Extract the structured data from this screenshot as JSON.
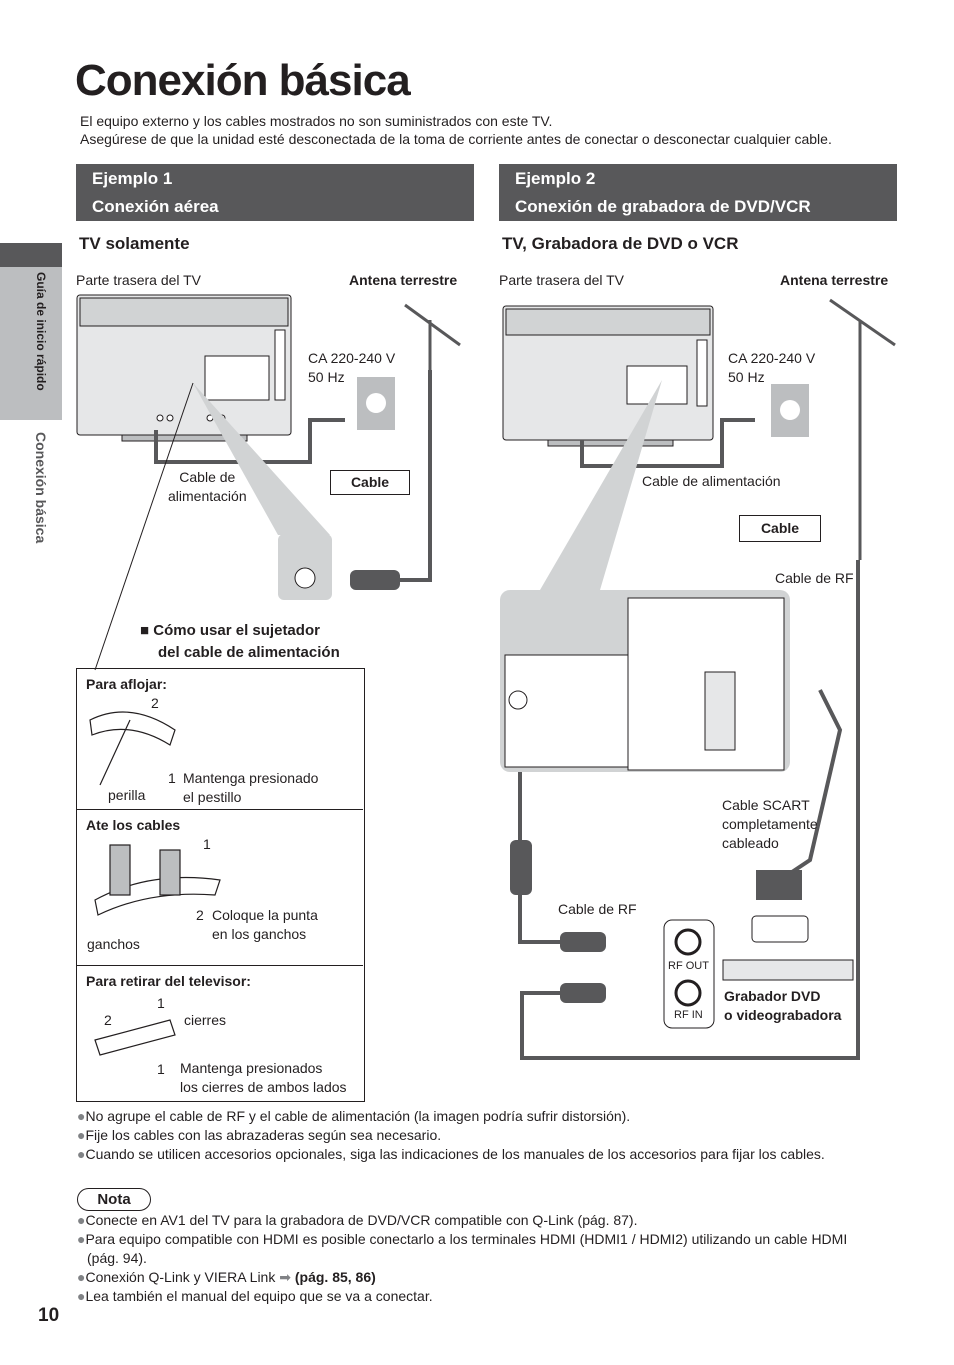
{
  "title": "Conexión básica",
  "intro": [
    "El equipo externo y los cables mostrados no son suministrados con este TV.",
    "Asegúrese de que la unidad esté desconectada de la toma de corriente antes de conectar o desconectar cualquier cable."
  ],
  "sidebar": {
    "top": "Guía de inicio rápido",
    "bottom": "Conexión básica"
  },
  "example1": {
    "line1": "Ejemplo 1",
    "line2": "Conexión aérea",
    "subtitle": "TV solamente",
    "tv_rear": "Parte trasera del TV",
    "antenna": "Antena terrestre",
    "power": "CA 220-240 V",
    "power2": "50  Hz",
    "cable_box": "Cable",
    "power_cable_1": "Cable de",
    "power_cable_2": "alimentación",
    "holder_title_1": "Cómo usar el sujetador",
    "holder_title_2": "del cable de alimentación",
    "loosen": "Para aflojar:",
    "loosen_2": "Mantenga presionado",
    "loosen_2b": "el pestillo",
    "knob": "perilla",
    "tie": "Ate los cables",
    "tie_2": "Coloque la punta",
    "tie_2b": "en los ganchos",
    "hooks": "ganchos",
    "remove": "Para retirar del televisor:",
    "clasps": "cierres",
    "remove_1": "Mantenga presionados",
    "remove_1b": "los cierres de ambos lados",
    "n1": "1",
    "n2": "2"
  },
  "example2": {
    "line1": "Ejemplo 2",
    "line2": "Conexión de grabadora de DVD/VCR",
    "subtitle": "TV, Grabadora de DVD o VCR",
    "tv_rear": "Parte trasera del TV",
    "antenna": "Antena terrestre",
    "power": "CA 220-240 V",
    "power2": "50  Hz",
    "power_cable": "Cable de alimentación",
    "cable_box": "Cable",
    "rf_cable_top": "Cable de RF",
    "scart_1": "Cable SCART",
    "scart_2": "completamente",
    "scart_3": "cableado",
    "rf_cable_bottom": "Cable de RF",
    "rf_out": "RF OUT",
    "rf_in": "RF IN",
    "recorder_1": "Grabador DVD",
    "recorder_2": "o videograbadora"
  },
  "bullets": [
    "No agrupe el cable de RF y el cable de alimentación (la imagen podría sufrir distorsión).",
    "Fije los cables con las abrazaderas según sea necesario.",
    "Cuando se utilicen accesorios opcionales, siga las indicaciones de los manuales de los accesorios para fijar los cables."
  ],
  "nota_label": "Nota",
  "nota": [
    "Conecte en AV1 del TV para la grabadora de DVD/VCR compatible con Q-Link (pág. 87).",
    "Para equipo compatible con HDMI es posible conectarlo a los terminales HDMI (HDMI1 / HDMI2) utilizando un cable HDMI",
    "(pág. 94).",
    "Conexión Q-Link y VIERA Link",
    "(pág. 85, 86)",
    "Lea también el manual del equipo que se va a conectar."
  ],
  "bullet_glyph": "●",
  "page_number": "10"
}
